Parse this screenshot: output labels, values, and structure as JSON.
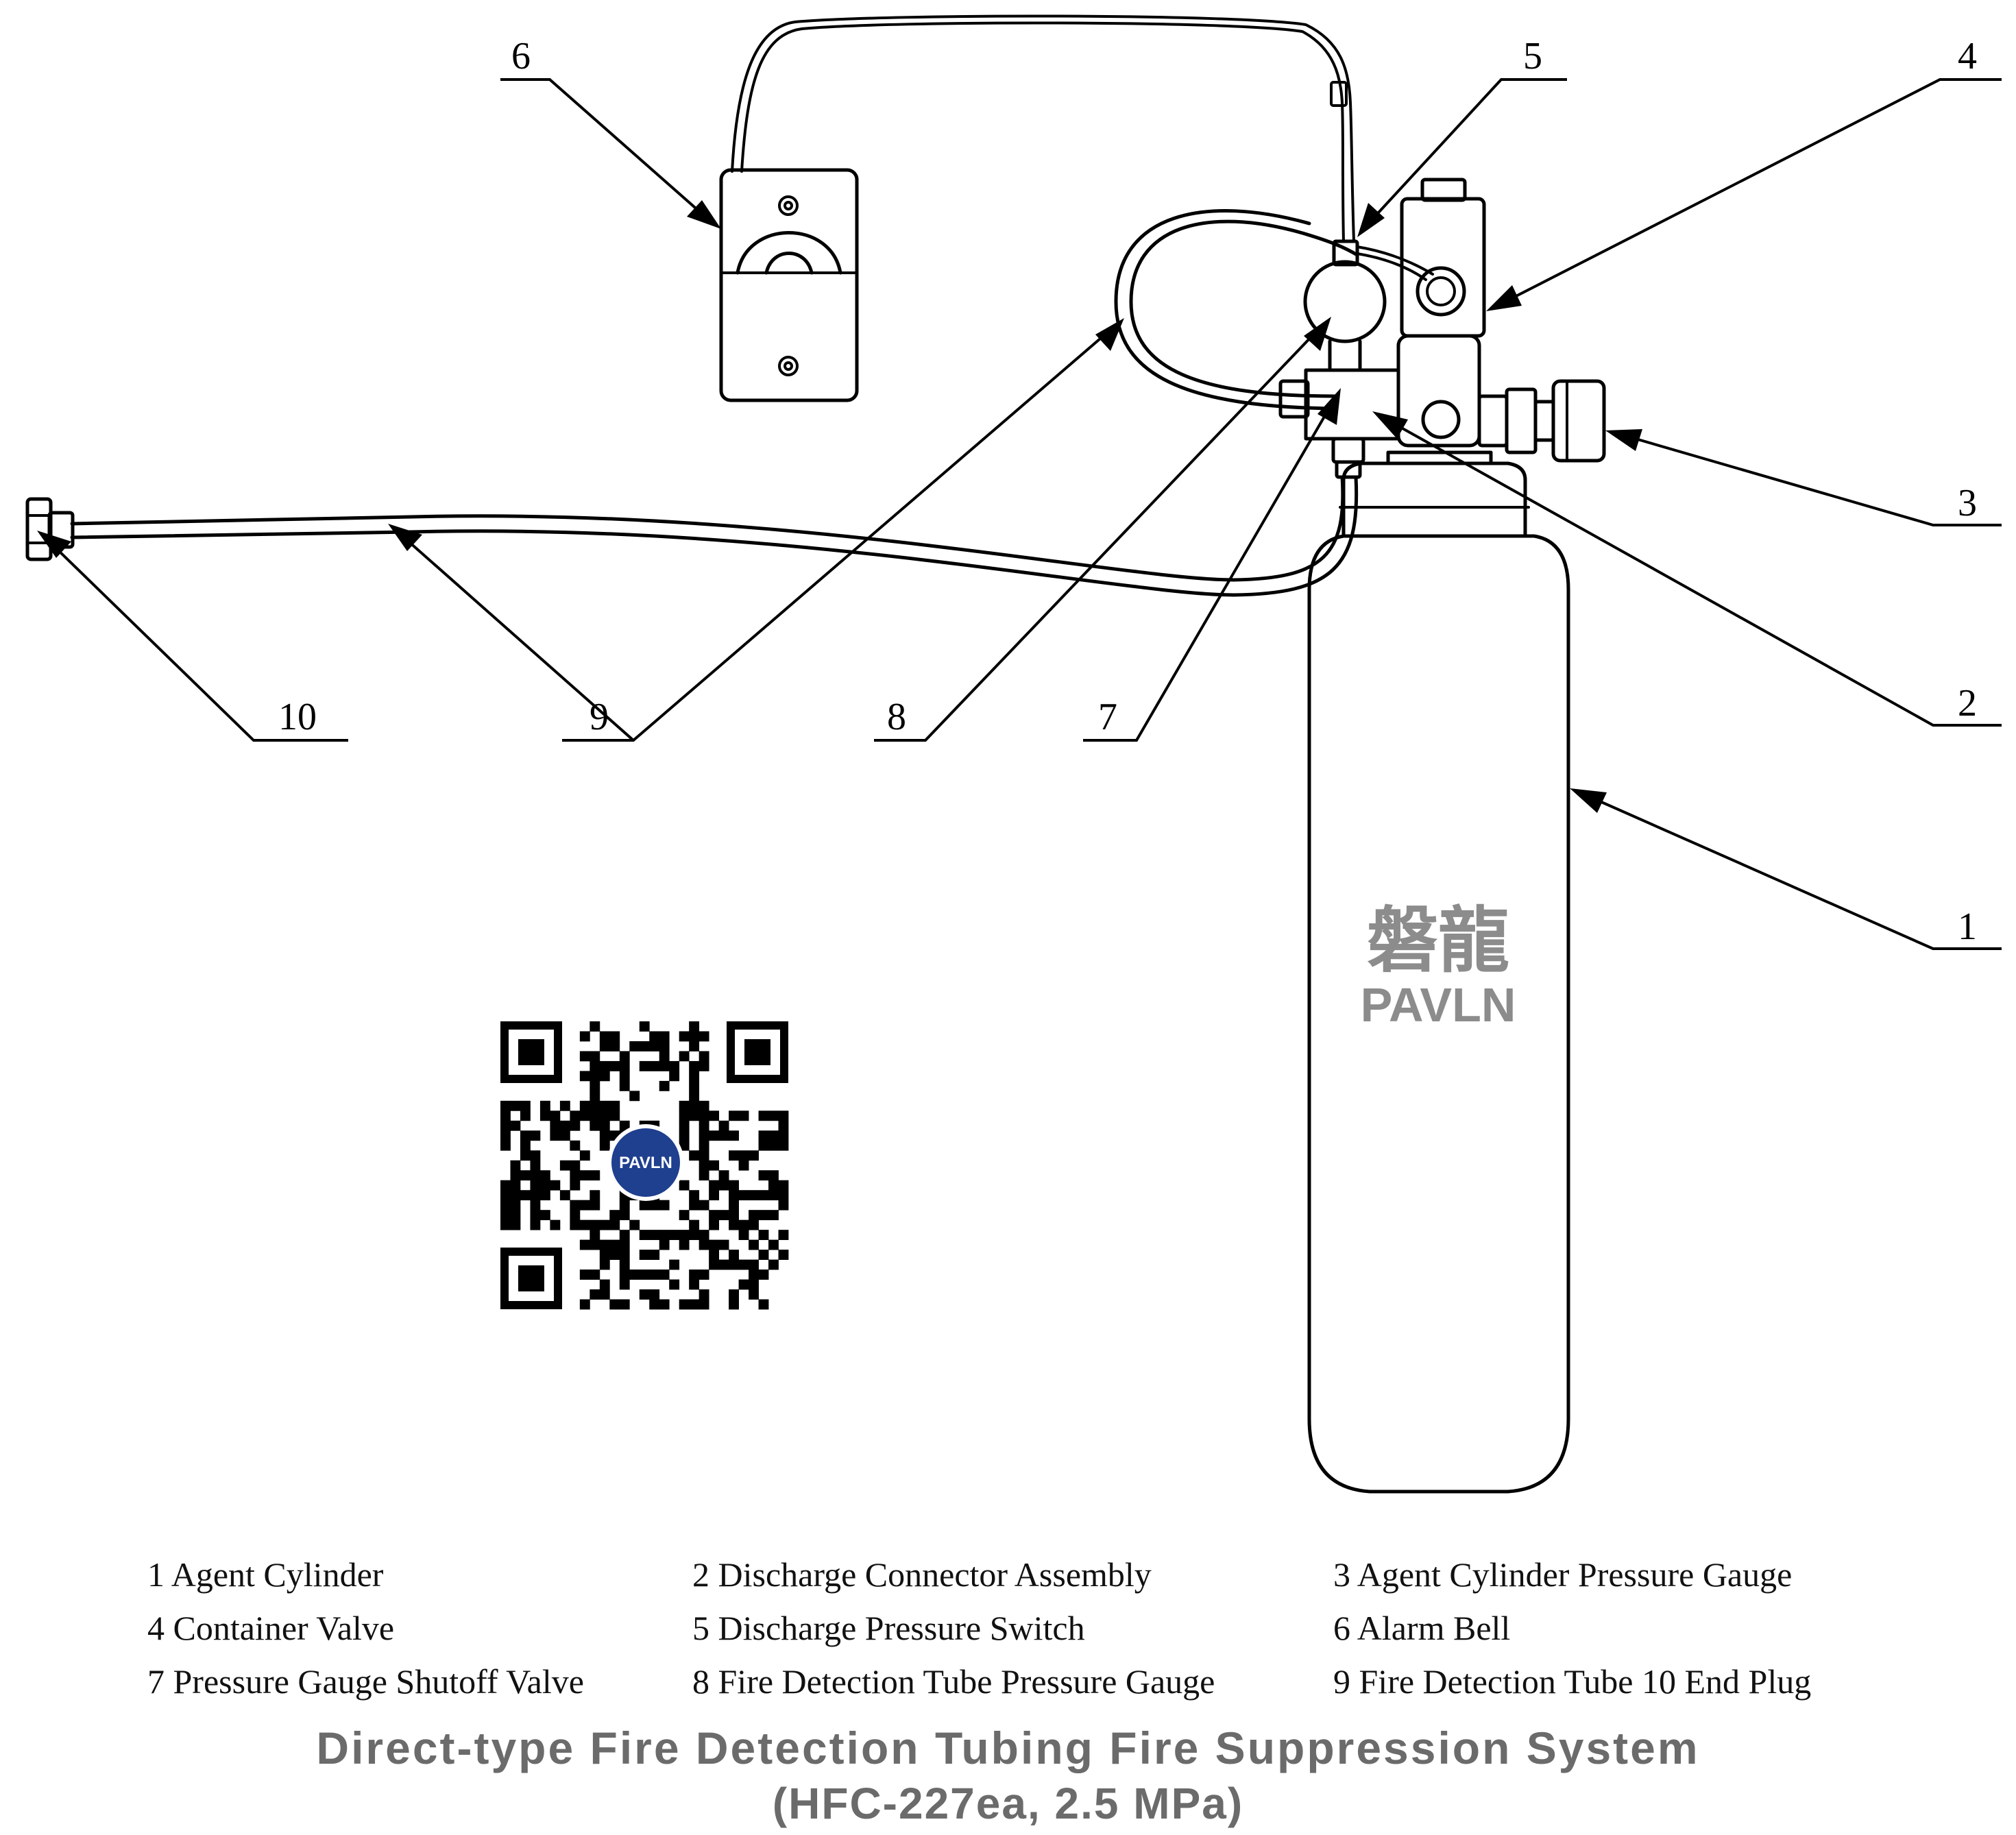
{
  "callouts": [
    "1",
    "2",
    "3",
    "4",
    "5",
    "6",
    "7",
    "8",
    "9",
    "10"
  ],
  "brand": {
    "cylinder_cn": "磐龍",
    "cylinder_en": "PAVLN",
    "qr_logo": "PAVLN"
  },
  "legend": [
    "1 Agent Cylinder",
    "2 Discharge Connector Assembly",
    "3 Agent Cylinder Pressure Gauge",
    "4 Container Valve",
    "5 Discharge Pressure Switch",
    "6 Alarm Bell",
    "7 Pressure Gauge Shutoff Valve",
    "8 Fire Detection Tube Pressure Gauge",
    "9 Fire Detection Tube 10 End Plug"
  ],
  "caption": {
    "title": "Direct-type Fire Detection Tubing Fire Suppression System",
    "subtitle": "(HFC-227ea,   2.5 MPa)"
  },
  "colors": {
    "line": "#000000",
    "brand_gray": "#8c8c8c",
    "caption_gray": "#6b6b6b",
    "qr_logo_blue": "#1f3f8f"
  }
}
